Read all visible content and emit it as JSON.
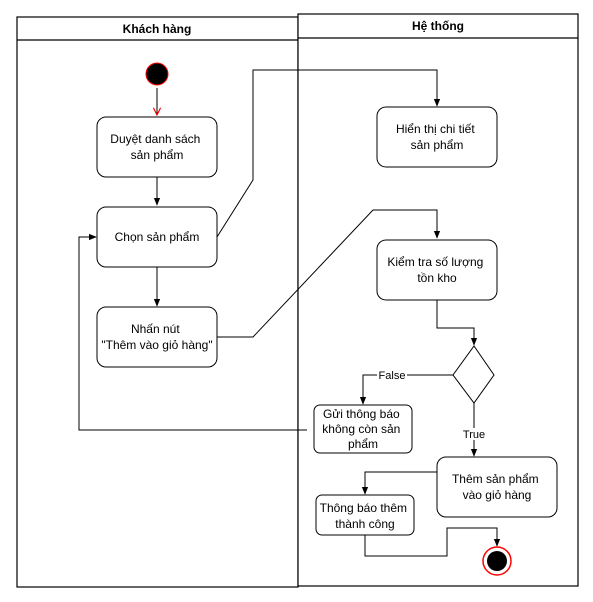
{
  "lanes": {
    "customer": "Khách hàng",
    "system": "Hệ thống"
  },
  "nodes": {
    "browse": [
      "Duyệt danh sách",
      "sản phẩm"
    ],
    "select": [
      "Chọn sản phẩm"
    ],
    "click_add": [
      "Nhấn nút",
      "\"Thêm vào giỏ hàng\""
    ],
    "show_detail": [
      "Hiển thị chi tiết",
      "sản phẩm"
    ],
    "check_stock": [
      "Kiểm tra số lượng",
      "tồn kho"
    ],
    "out_of_stock": [
      "Gửi thông báo",
      "không còn sản",
      "phẩm"
    ],
    "add_to_cart": [
      "Thêm sản phẩm",
      "vào giỏ hàng"
    ],
    "success": [
      "Thông báo thêm",
      "thành công"
    ]
  },
  "edge_labels": {
    "false": "False",
    "true": "True"
  },
  "colors": {
    "start_fill": "#000000",
    "start_stroke": "#ff0000",
    "first_arrow": "#ff0000",
    "end_ring": "#ff0000",
    "line": "#000000"
  }
}
